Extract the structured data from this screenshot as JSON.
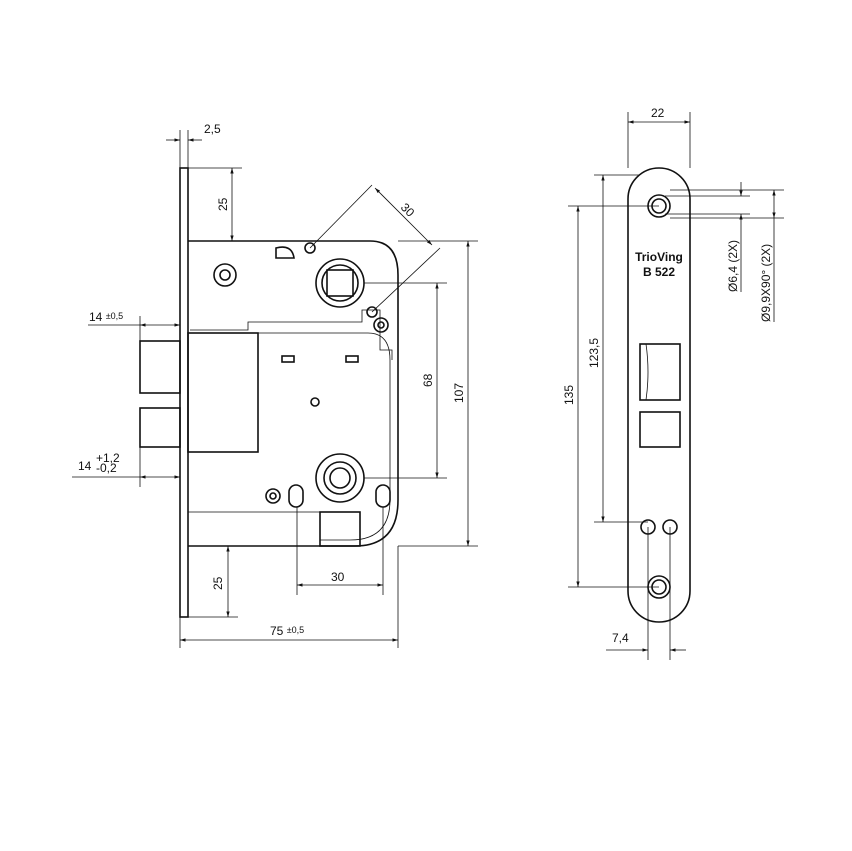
{
  "lock_body": {
    "dims": {
      "faceplate_thickness": "2,5",
      "top_offset": "25",
      "diagonal": "30",
      "follower_to_cylinder": "68",
      "body_height": "107",
      "latch": "14",
      "latch_tol": "±0,5",
      "bolt": "14",
      "bolt_tol_plus": "+1,2",
      "bolt_tol_minus": "-0,2",
      "bottom_offset": "25",
      "holes_spacing": "30",
      "backset": "75",
      "backset_tol": "±0,5"
    }
  },
  "strike_plate": {
    "brand": "TrioVing",
    "model": "B 522",
    "dims": {
      "width": "22",
      "hole_spacing": "135",
      "inner_spacing": "123,5",
      "hole_dia": "Ø6,4 (2X)",
      "countersink": "Ø9,9X90° (2X)",
      "bottom_offset": "7,4"
    }
  }
}
